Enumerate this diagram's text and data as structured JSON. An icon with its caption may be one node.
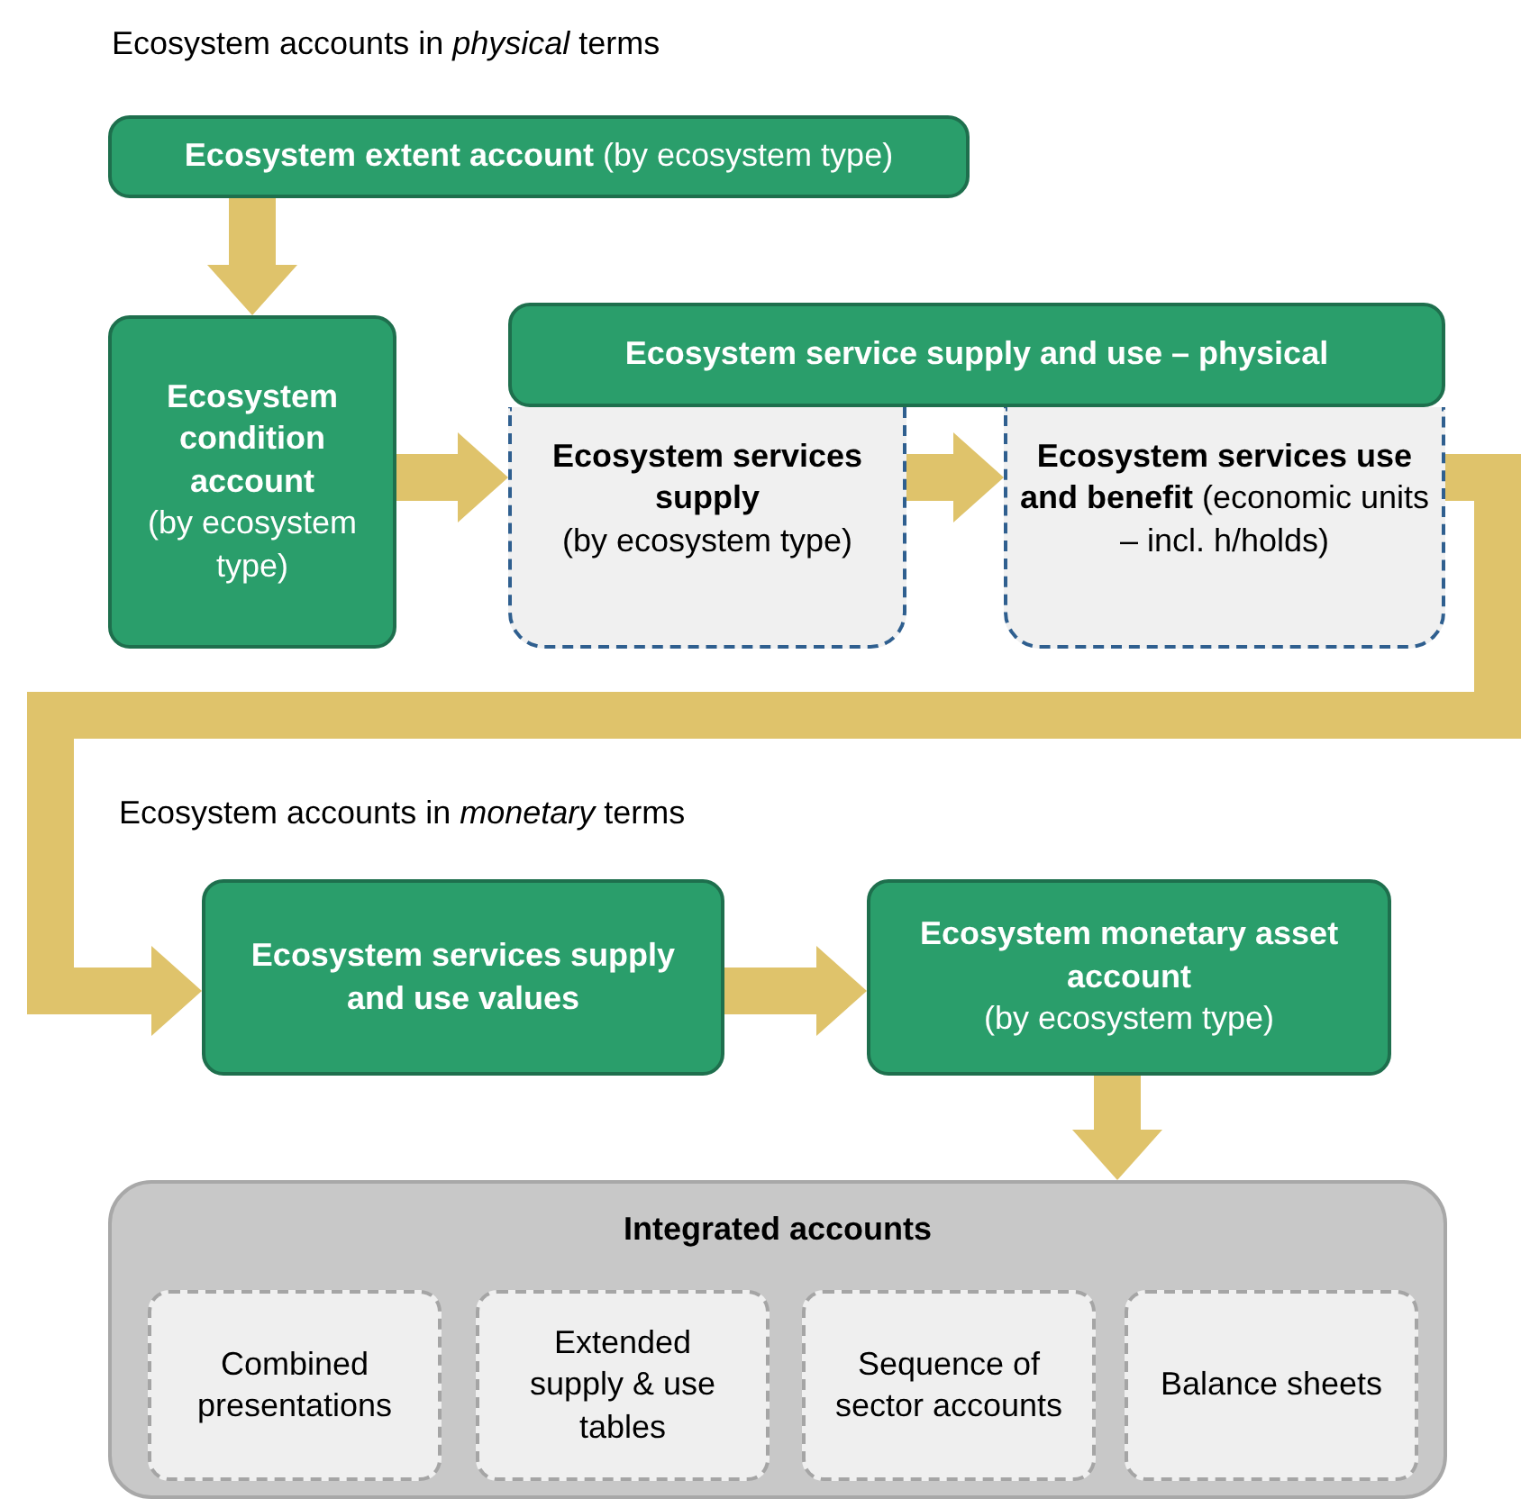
{
  "diagram": {
    "nodes": [
      {
        "text": [
          "**Ecosystem extent account** (by ecosystem type)"
        ]
      },
      {
        "text": [
          "Ecosystem condition account",
          "(by ecosystem type)"
        ]
      },
      {
        "text": [
          "Ecosystem service supply and use – physical"
        ]
      },
      {
        "text": [
          "Ecosystem services supply",
          "(by ecosystem type)"
        ]
      },
      {
        "text": [
          "**Ecosystem services use and benefit** (economic units – incl. h/holds)"
        ]
      },
      {
        "text": [
          "Ecosystem services supply and use values"
        ]
      },
      {
        "text": [
          "Ecosystem monetary asset account",
          "(by ecosystem type)"
        ]
      },
      {
        "text": [
          "Integrated accounts"
        ]
      },
      {
        "text": [
          "Combined presentations"
        ],
        "in": 7
      },
      {
        "text": [
          "Extended supply & use tables"
        ],
        "in": 7
      },
      {
        "text": [
          "Sequence of sector accounts"
        ],
        "in": 7
      },
      {
        "text": [
          "Balance sheets"
        ],
        "in": 7
      }
    ],
    "edges": [
      {
        "from": 0,
        "to": 1,
        "arrow": "to",
        "color": "#dfc36b"
      },
      {
        "from": 1,
        "to": 3,
        "arrow": "to",
        "color": "#dfc36b"
      },
      {
        "from": 3,
        "to": 4,
        "arrow": "to",
        "color": "#dfc36b"
      },
      {
        "from": 4,
        "to": 5,
        "arrow": "to",
        "color": "#dfc36b"
      },
      {
        "from": 5,
        "to": 6,
        "arrow": "to",
        "color": "#dfc36b"
      },
      {
        "from": 6,
        "to": 7,
        "arrow": "to",
        "color": "#dfc36b"
      }
    ],
    "labels": [
      "Ecosystem accounts in *physical* terms",
      "Ecosystem accounts in *monetary* terms"
    ]
  }
}
